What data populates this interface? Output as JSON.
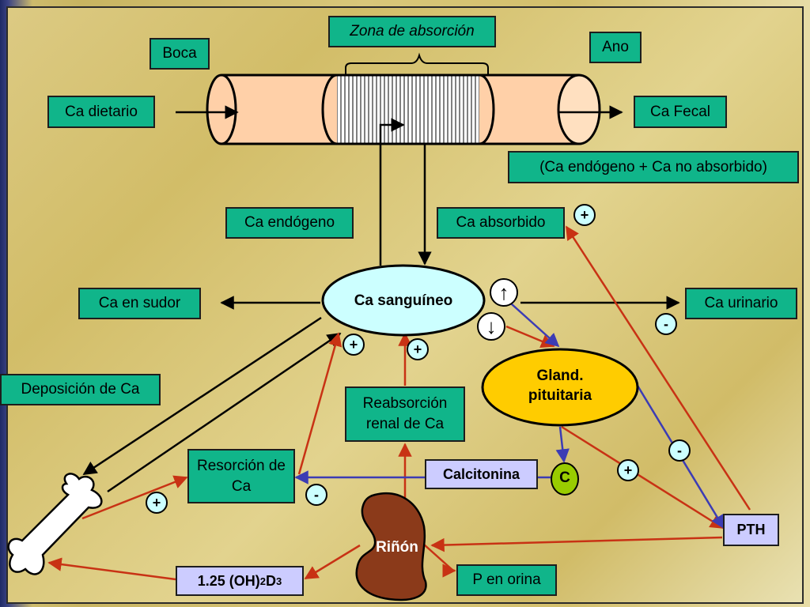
{
  "labels": {
    "zona": "Zona de absorción",
    "boca": "Boca",
    "ano": "Ano",
    "ca_dietario": "Ca dietario",
    "ca_fecal": "Ca Fecal",
    "ca_endogeno_no_abs": "(Ca endógeno + Ca no absorbido)",
    "ca_endogeno": "Ca endógeno",
    "ca_absorbido": "Ca absorbido",
    "ca_sudor": "Ca  en sudor",
    "ca_sanguineo": "Ca sanguíneo",
    "ca_urinario": "Ca  urinario",
    "deposicion": "Deposición de Ca",
    "reabsorcion": "Reabsorción renal de Ca",
    "resorcion": "Resorción de Ca",
    "gland": "Gland. pituitaria",
    "calcitonina": "Calcitonina",
    "c": "C",
    "pth": "PTH",
    "rinon": "Riñón",
    "vitd_main": "1.25 (OH)",
    "vitd_sub2": "2",
    "vitd_d": " D",
    "vitd_sub3": "3",
    "p_orina": "P en orina"
  },
  "signs": {
    "plus": "+",
    "minus": "-"
  },
  "arrows": {
    "up": "↑",
    "down": "↓"
  },
  "colors": {
    "box_green": "#10b58a",
    "lavender": "#ccccff",
    "sign_bg": "#ccffff",
    "red_arrow": "#c83214",
    "blue_arrow": "#3c3cb4",
    "kidney": "#8b3a1a",
    "gland": "#ffcc00",
    "oval": "#ccffff"
  }
}
